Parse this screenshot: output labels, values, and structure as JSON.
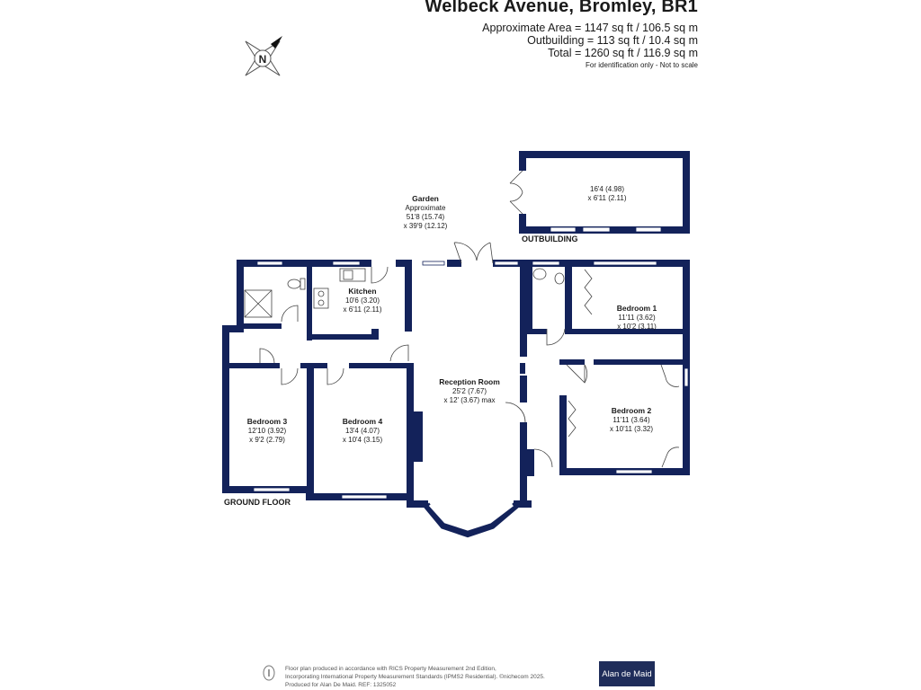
{
  "header": {
    "title": "Welbeck Avenue, Bromley, BR1",
    "area_line": "Approximate Area = 1147 sq ft / 106.5 sq m",
    "outbuilding_line": "Outbuilding = 113 sq ft / 10.4 sq m",
    "total_line": "Total = 1260 sq ft / 116.9 sq m",
    "note": "For identification only - Not to scale"
  },
  "compass": {
    "letter": "N",
    "icon": "compass-rose-icon"
  },
  "colors": {
    "wall": "#13225a",
    "text": "#1a1a1a",
    "logo_bg": "#1f2d5a"
  },
  "rooms": {
    "garden": {
      "name": "Garden",
      "line1": "Approximate",
      "line2": "51'8 (15.74)",
      "line3": "x 39'9 (12.12)"
    },
    "outbuilding": {
      "dims1": "16'4 (4.98)",
      "dims2": "x 6'11 (2.11)",
      "label": "OUTBUILDING"
    },
    "kitchen": {
      "name": "Kitchen",
      "dims1": "10'6 (3.20)",
      "dims2": "x 6'11 (2.11)"
    },
    "bedroom1": {
      "name": "Bedroom 1",
      "dims1": "11'11 (3.62)",
      "dims2": "x 10'2 (3.11)"
    },
    "bedroom2": {
      "name": "Bedroom 2",
      "dims1": "11'11 (3.64)",
      "dims2": "x 10'11 (3.32)"
    },
    "bedroom3": {
      "name": "Bedroom 3",
      "dims1": "12'10 (3.92)",
      "dims2": "x 9'2 (2.79)"
    },
    "bedroom4": {
      "name": "Bedroom 4",
      "dims1": "13'4 (4.07)",
      "dims2": "x 10'4 (3.15)"
    },
    "reception": {
      "name": "Reception Room",
      "dims1": "25'2 (7.67)",
      "dims2": "x 12' (3.67) max"
    }
  },
  "floor_label": "GROUND FLOOR",
  "footer": {
    "line1": "Floor plan produced in accordance with RICS Property Measurement 2nd Edition,",
    "line2": "Incorporating International Property Measurement Standards (IPMS2 Residential).  ©nichecom 2025.",
    "line3": "Produced for Alan De Maid.   REF: 1325052",
    "logo": "Alan de Maid"
  }
}
